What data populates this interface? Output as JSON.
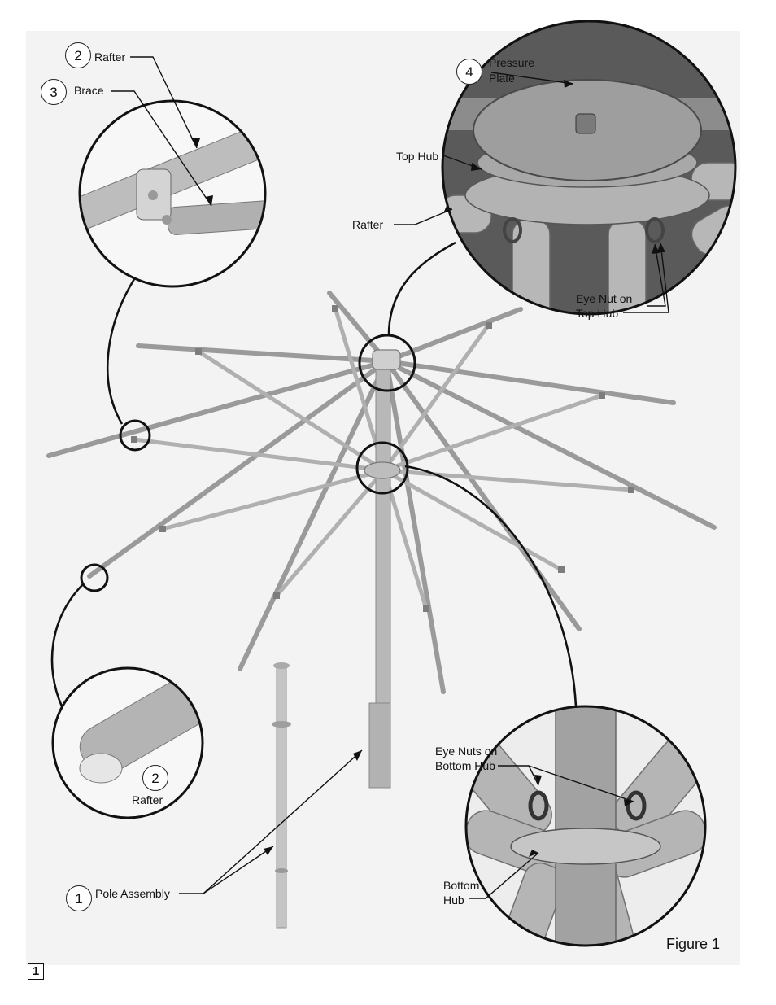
{
  "callouts": {
    "rafter_top": {
      "num": "2",
      "label": "Rafter"
    },
    "brace": {
      "num": "3",
      "label": "Brace"
    },
    "pressure_plate": {
      "num": "4",
      "label_line1": "Pressure",
      "label_line2": "Plate"
    },
    "rafter_end": {
      "num": "2",
      "label": "Rafter"
    },
    "pole_assembly": {
      "num": "1",
      "label": "Pole Assembly"
    }
  },
  "labels": {
    "top_hub": "Top Hub",
    "rafter_detail": "Rafter",
    "eye_nut_line1": "Eye Nut on",
    "eye_nut_line2": "Top Hub",
    "eye_nuts_bottom_line1": "Eye Nuts on",
    "eye_nuts_bottom_line2": "Bottom Hub",
    "bottom_hub_line1": "Bottom",
    "bottom_hub_line2": "Hub"
  },
  "figure_caption": "Figure 1",
  "page_number": "1",
  "colors": {
    "panel": "#f3f3f3",
    "metal": "#bdbdbd",
    "metal_dark": "#8a8a8a",
    "line": "#111111"
  }
}
